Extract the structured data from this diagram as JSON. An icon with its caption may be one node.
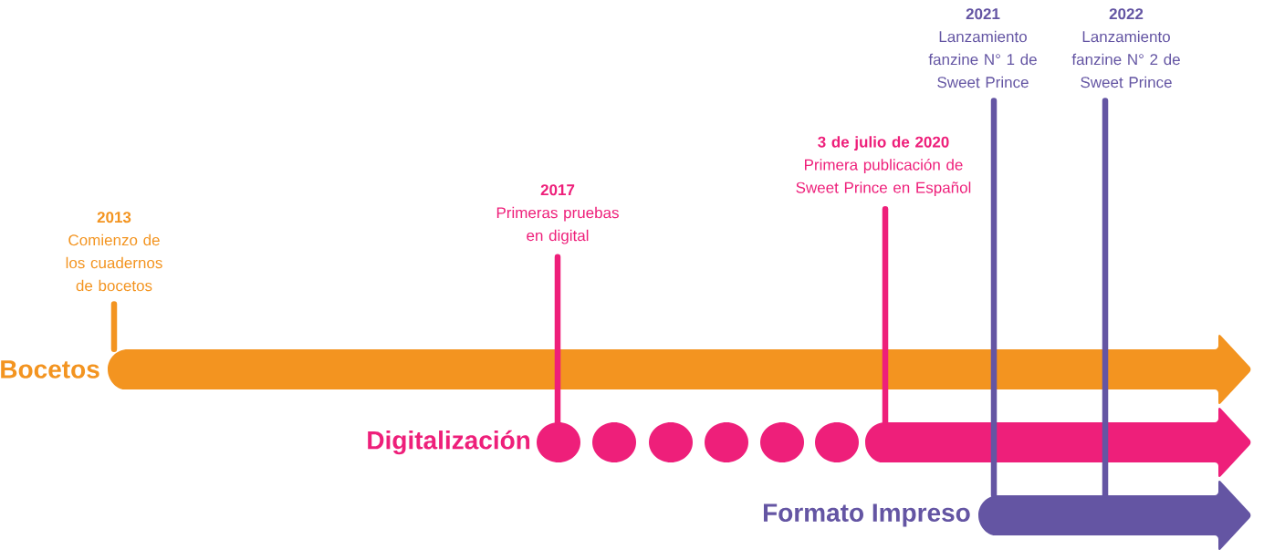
{
  "diagram": {
    "nodes": [
      {
        "text": [
          "2013",
          "Comienzo de los cuadernos de bocetos"
        ]
      },
      {
        "text": [
          "2017",
          "Primeras pruebas en digital"
        ]
      },
      {
        "text": [
          "3 de julio de 2020",
          "Primera publicación de Sweet Prince en Español"
        ]
      },
      {
        "text": [
          "2021",
          "Lanzamiento fanzine N° 1 de Sweet Prince"
        ]
      },
      {
        "text": [
          "2022",
          "Lanzamiento fanzine N° 2 de Sweet Prince"
        ]
      },
      {
        "text": [
          "Bocetos"
        ]
      },
      {
        "text": [
          "Digitalización"
        ]
      },
      {
        "text": [
          "Formato Impreso"
        ]
      }
    ],
    "edges": [
      {
        "from": 0,
        "to": 5,
        "arrow": "none",
        "color": "#f39420"
      },
      {
        "from": 1,
        "to": 6,
        "arrow": "none",
        "color": "#ee1f7a"
      },
      {
        "from": 2,
        "to": 6,
        "arrow": "none",
        "color": "#ee1f7a"
      },
      {
        "from": 3,
        "to": 7,
        "arrow": "none",
        "color": "#6455a3"
      },
      {
        "from": 4,
        "to": 7,
        "arrow": "none",
        "color": "#6455a3"
      }
    ]
  }
}
